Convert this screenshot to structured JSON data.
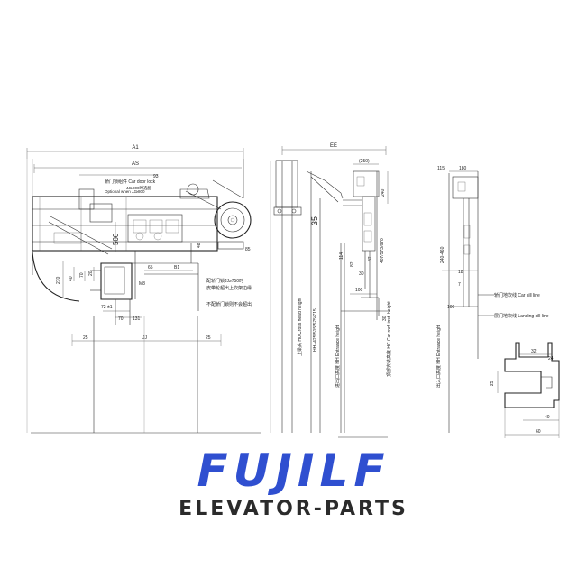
{
  "brand": {
    "name": "FUJILF",
    "tagline": "ELEVATOR-PARTS",
    "primary_color": "#2f4fd0",
    "text_color": "#2b2b2b"
  },
  "front_view": {
    "dim_a1": "A1",
    "dim_as": "AS",
    "dim_93": "93",
    "car_door_lock_label": "轿门锁组件 Car door lock",
    "jj800_note": "JJ≥800时选配",
    "optional_note": "Optional when JJ≥800",
    "dim_500": "500",
    "dim_48": "48",
    "dim_85": "85",
    "dim_270": "270",
    "dim_40": "40",
    "dim_70_left": "70",
    "dim_20": "20",
    "dim_65": "65",
    "dim_b1": "B1",
    "dim_m8": "M8",
    "dim_72": "72 ±1",
    "dim_70_bottom": "70",
    "dim_131": "131",
    "dim_25_left": "25",
    "dim_jj": "JJ",
    "dim_25_right": "25",
    "note_cn_1": "配轿门锁JJ≥750时",
    "note_cn_2": "皮带轮超出上坎架边缘",
    "note_cn_3": "不配轿门锁则不会超出"
  },
  "side_view": {
    "dim_ee": "EE",
    "dim_250": "(250)",
    "dim_240": "240",
    "dim_35": "35",
    "dim_114": "114",
    "dim_82": "82",
    "dim_30": "30",
    "dim_100": "100",
    "dim_30_bottom": "30",
    "dim_87": "87",
    "dim_range": "407/573/670",
    "overhead_label": "上梁高 H0 Cross head height",
    "h_values": "HH+425/515/575/715",
    "entrance_height_label": "进出口高度 HH Entrance height",
    "roof_label": "顶部安装高度 HC Car roof inst. height"
  },
  "right_view": {
    "dim_115": "115",
    "dim_180": "180",
    "dim_range": "240-460",
    "dim_18": "18",
    "dim_7": "7",
    "dim_100": "100",
    "entrance_height_label": "出入口高度 HH Entrance height",
    "car_sill_label": "轿门地坎线 Car sill line",
    "landing_sill_label": "层门地坎线 Landing sill line"
  },
  "sill_detail": {
    "dim_32": "32",
    "dim_24": "24",
    "dim_25": "25",
    "dim_40": "40",
    "dim_60": "60"
  }
}
